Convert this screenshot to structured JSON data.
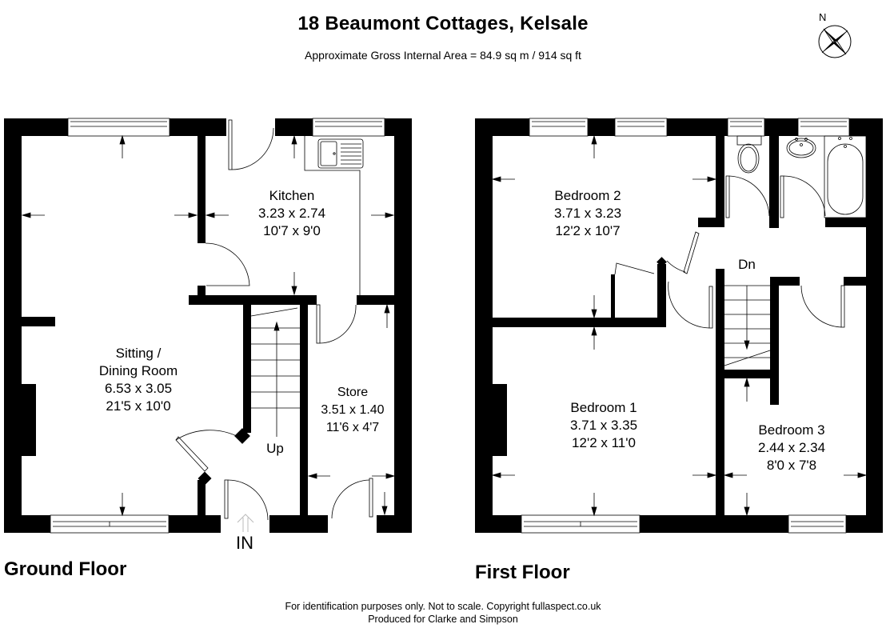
{
  "header": {
    "title": "18 Beaumont Cottages, Kelsale",
    "subtitle": "Approximate Gross Internal Area = 84.9 sq m / 914 sq ft",
    "compass_label": "N",
    "compass_icon": "north-compass-rose-icon"
  },
  "ground_floor": {
    "label": "Ground Floor",
    "rooms": [
      {
        "name_line1": "Kitchen",
        "metric": "3.23 x 2.74",
        "imperial": "10'7 x 9'0"
      },
      {
        "name_line1": "Sitting /",
        "name_line2": "Dining Room",
        "metric": "6.53 x 3.05",
        "imperial": "21'5 x 10'0"
      },
      {
        "name_line1": "Store",
        "metric": "3.51 x 1.40",
        "imperial": "11'6 x 4'7"
      }
    ],
    "stairs_label": "Up",
    "entrance_label": "IN"
  },
  "first_floor": {
    "label": "First Floor",
    "rooms": [
      {
        "name_line1": "Bedroom 2",
        "metric": "3.71 x 3.23",
        "imperial": "12'2 x 10'7"
      },
      {
        "name_line1": "Bedroom 1",
        "metric": "3.71 x 3.35",
        "imperial": "12'2 x 11'0"
      },
      {
        "name_line1": "Bedroom 3",
        "metric": "2.44 x 2.34",
        "imperial": "8'0 x 7'8"
      }
    ],
    "stairs_label": "Dn"
  },
  "footer": {
    "line1": "For identification purposes only. Not to scale. Copyright fullaspect.co.uk",
    "line2": "Produced for Clarke and Simpson"
  },
  "colors": {
    "wall": "#000000",
    "background": "#ffffff",
    "line": "#000000",
    "entrance_arrow": "#bbbbbb"
  }
}
